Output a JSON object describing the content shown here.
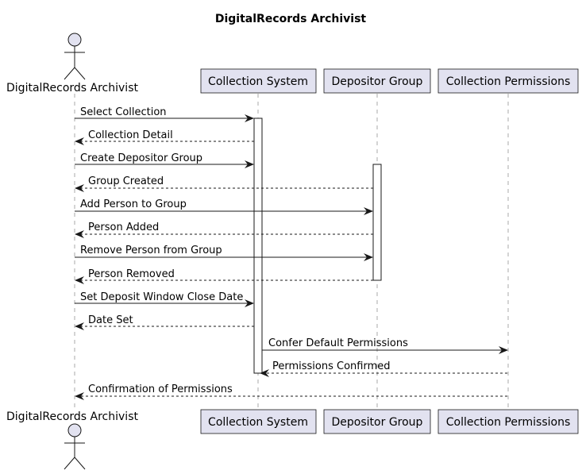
{
  "diagram": {
    "title": "DigitalRecords Archivist",
    "actor": {
      "name": "DigitalRecords Archivist"
    },
    "participants": [
      {
        "id": "cs",
        "name": "Collection System"
      },
      {
        "id": "dg",
        "name": "Depositor Group"
      },
      {
        "id": "cp",
        "name": "Collection Permissions"
      }
    ],
    "messages": [
      {
        "from": "actor",
        "to": "cs",
        "text": "Select Collection",
        "style": "solid"
      },
      {
        "from": "cs",
        "to": "actor",
        "text": "Collection Detail",
        "style": "dashed"
      },
      {
        "from": "actor",
        "to": "cs",
        "text": "Create Depositor Group",
        "style": "solid"
      },
      {
        "from": "dg",
        "to": "actor",
        "text": "Group Created",
        "style": "dashed"
      },
      {
        "from": "actor",
        "to": "dg",
        "text": "Add Person to Group",
        "style": "solid"
      },
      {
        "from": "dg",
        "to": "actor",
        "text": "Person Added",
        "style": "dashed"
      },
      {
        "from": "actor",
        "to": "dg",
        "text": "Remove Person from Group",
        "style": "solid"
      },
      {
        "from": "dg",
        "to": "actor",
        "text": "Person Removed",
        "style": "dashed"
      },
      {
        "from": "actor",
        "to": "cs",
        "text": "Set Deposit Window Close Date",
        "style": "solid"
      },
      {
        "from": "cs",
        "to": "actor",
        "text": "Date Set",
        "style": "dashed"
      },
      {
        "from": "cs",
        "to": "cp",
        "text": "Confer Default Permissions",
        "style": "solid"
      },
      {
        "from": "cp",
        "to": "cs",
        "text": "Permissions Confirmed",
        "style": "dashed"
      },
      {
        "from": "cp",
        "to": "actor",
        "text": "Confirmation of Permissions",
        "style": "dashed"
      }
    ],
    "colors": {
      "participant_fill": "#e2e2f0",
      "line": "#181818",
      "lifeline": "#a8a8a8"
    }
  }
}
